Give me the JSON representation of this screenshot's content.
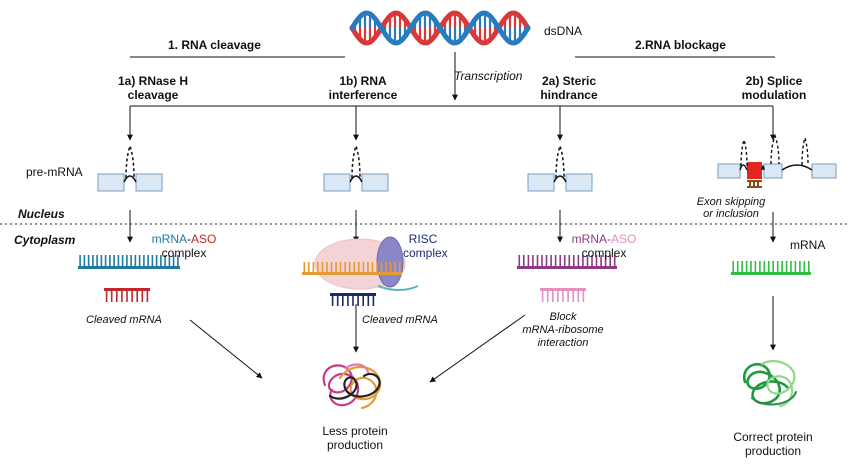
{
  "dsdna_label": "dsDNA",
  "transcription_label": "Transcription",
  "category_cleavage": "1. RNA cleavage",
  "category_blockage": "2.RNA blockage",
  "mech_1a": {
    "line1": "1a) RNase H",
    "line2": "cleavage"
  },
  "mech_1b": {
    "line1": "1b) RNA",
    "line2": "interference"
  },
  "mech_2a": {
    "line1": "2a) Steric",
    "line2": "hindrance"
  },
  "mech_2b": {
    "line1": "2b) Splice",
    "line2": "modulation"
  },
  "pre_mrna_label": "pre-mRNA",
  "nucleus_label": "Nucleus",
  "cytoplasm_label": "Cytoplasm",
  "exon_note": {
    "line1": "Exon skipping",
    "line2": "or inclusion"
  },
  "complex_1a": {
    "part_mrna": "mRNA",
    "part_dash": "-",
    "part_aso": "ASO",
    "line2": "complex"
  },
  "risc": {
    "line1": "RISC",
    "line2": "complex"
  },
  "complex_2a": {
    "part_mrna": "mRNA",
    "part_dash": "-",
    "part_aso": "ASO",
    "line2": "complex"
  },
  "mrna_label": "mRNA",
  "cleaved_mrna_1a": "Cleaved mRNA",
  "cleaved_mrna_1b": "Cleaved mRNA",
  "block_note": {
    "line1": "Block",
    "line2": "mRNA-ribosome",
    "line3": "interaction"
  },
  "less_protein": {
    "line1": "Less protein",
    "line2": "production"
  },
  "correct_protein": {
    "line1": "Correct protein",
    "line2": "production"
  },
  "colors": {
    "dna_red": "#d9383a",
    "dna_blue": "#2a7bbd",
    "pre_mrna_fill": "#dce8f6",
    "pre_mrna_stroke": "#7a9cc4",
    "aso_red": "#c0282d",
    "mrna_teal": "#1f7a9c",
    "risc_purple": "#8a86c8",
    "risc_text": "#1d2a7a",
    "ribosome_pink": "#f4d3d6",
    "mrna_orange": "#e49a35",
    "sirna_navy": "#1d2a6a",
    "mrna_purple": "#8e3a86",
    "aso_pink": "#e58fc3",
    "mrna_green": "#2fbf44",
    "exon_red": "#e0261f",
    "exon_brown": "#8a4f1a",
    "protein_green": "#1e9a3e"
  }
}
